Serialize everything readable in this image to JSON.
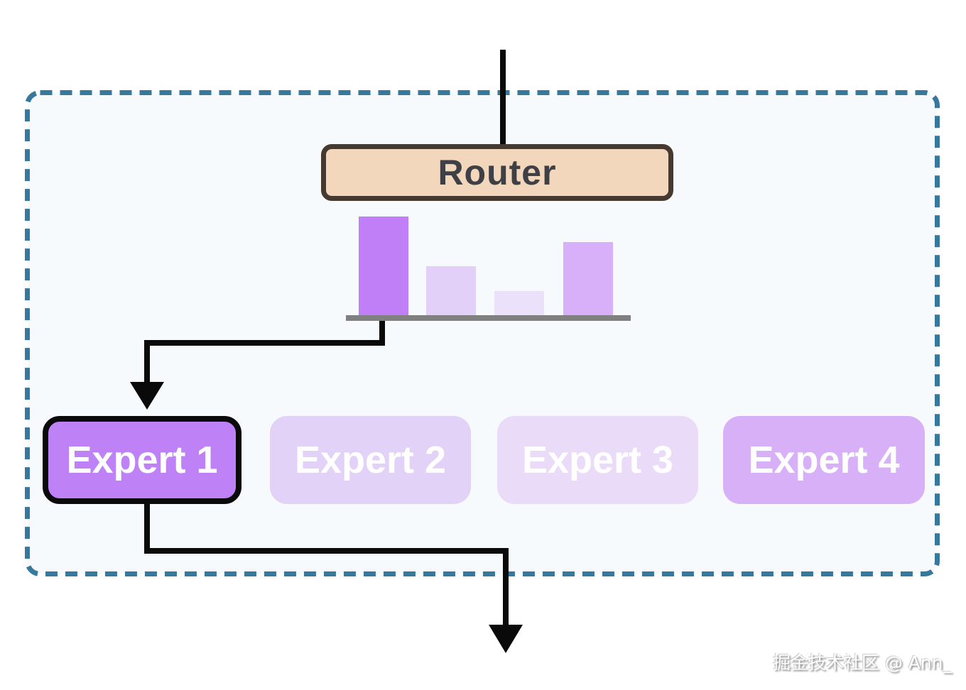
{
  "colors": {
    "canvas_bg": "#ffffff",
    "container_bg": "#f7fafc",
    "container_border": "#37789d",
    "router_bg": "#f2d7bd",
    "router_border": "#46392f",
    "router_text": "#3f4045",
    "arrow_black": "#0a0a0a",
    "chart_baseline": "#808080",
    "expert_text": "#ffffff",
    "selected_expert_border": "#0a0a0a",
    "expert_bgs": [
      "#be81f6",
      "#e3d2f8",
      "#eadcf9",
      "#d8b0f8"
    ]
  },
  "router": {
    "label": "Router"
  },
  "experts": [
    {
      "label": "Expert 1",
      "selected": true
    },
    {
      "label": "Expert 2",
      "selected": false
    },
    {
      "label": "Expert 3",
      "selected": false
    },
    {
      "label": "Expert 4",
      "selected": false
    }
  ],
  "chart_data": {
    "type": "bar",
    "title": "",
    "categories": [
      "Expert 1",
      "Expert 2",
      "Expert 3",
      "Expert 4"
    ],
    "values": [
      0.95,
      0.48,
      0.24,
      0.71
    ],
    "bar_colors": [
      "#c07ff7",
      "#e2d0f9",
      "#ece1fa",
      "#d7b0f9"
    ],
    "xlabel": "",
    "ylabel": "",
    "ylim": [
      0,
      1
    ],
    "grid": false,
    "legend": false
  },
  "watermark": {
    "text": "掘金技术社区 @ Ann_"
  }
}
